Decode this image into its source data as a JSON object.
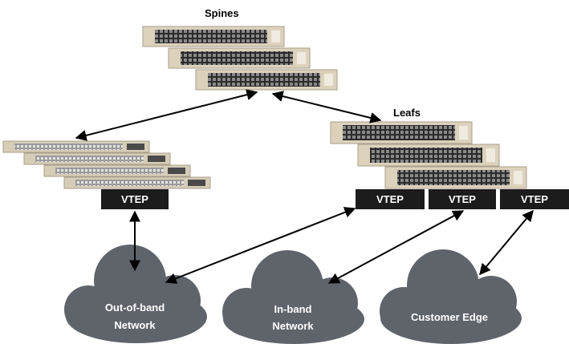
{
  "labels": {
    "spines": "Spines",
    "leafs": "Leafs"
  },
  "vteps": {
    "left": "VTEP",
    "leaf1": "VTEP",
    "leaf2": "VTEP",
    "leaf3": "VTEP"
  },
  "clouds": {
    "oob_line1": "Out-of-band",
    "oob_line2": "Network",
    "inband_line1": "In-band",
    "inband_line2": "Network",
    "customer_edge": "Customer Edge"
  },
  "colors": {
    "vtep_fill": "#1c1c1c",
    "cloud_fill": "#5f646b",
    "switch_frame": "#d9cfb8",
    "switch_panel": "#2d2d2d",
    "arrow": "#000000"
  }
}
